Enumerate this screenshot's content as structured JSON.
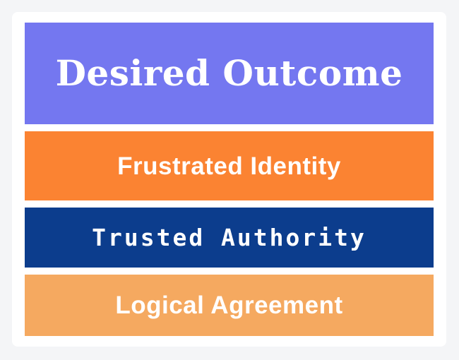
{
  "page": {
    "background_color": "#f4f5f7",
    "card_background_color": "#ffffff"
  },
  "diagram": {
    "name": "persuasion-stack",
    "layers": [
      {
        "label": "Desired Outcome",
        "background_color": "#7477f0",
        "text_color": "#ffffff",
        "font_style": "serif-bold"
      },
      {
        "label": "Frustrated Identity",
        "background_color": "#fb8332",
        "text_color": "#ffffff",
        "font_style": "sans-bold"
      },
      {
        "label": "Trusted Authority",
        "background_color": "#0c3d8d",
        "text_color": "#ffffff",
        "font_style": "mono-bold"
      },
      {
        "label": "Logical Agreement",
        "background_color": "#f5a960",
        "text_color": "#ffffff",
        "font_style": "sans-bold"
      }
    ]
  }
}
